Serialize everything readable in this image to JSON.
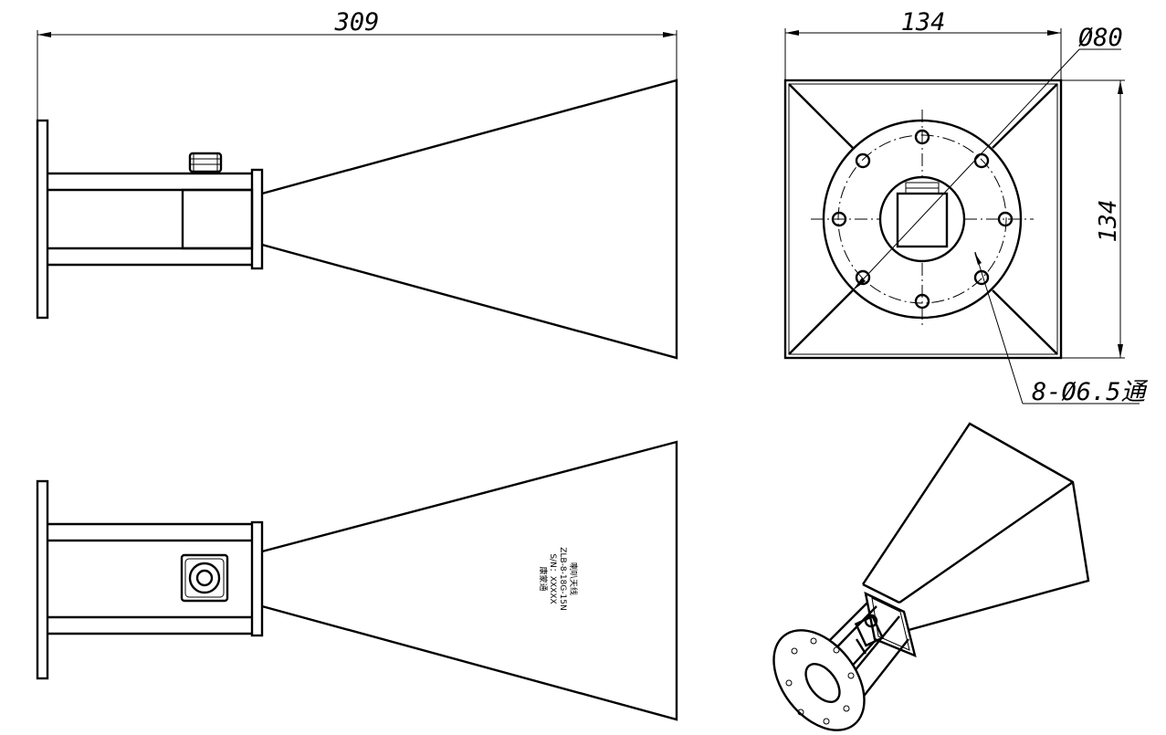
{
  "dimensions": {
    "side_length": "309",
    "front_width": "134",
    "front_height": "134",
    "flange_diameter": "Ø80",
    "holes": "8-Ø6.5通"
  },
  "nameplate": {
    "line1": "喇叭天线",
    "line2": "ZLB-8-18G-15N",
    "line3": "S/N：XXXXX",
    "line4": "康蒙通"
  }
}
